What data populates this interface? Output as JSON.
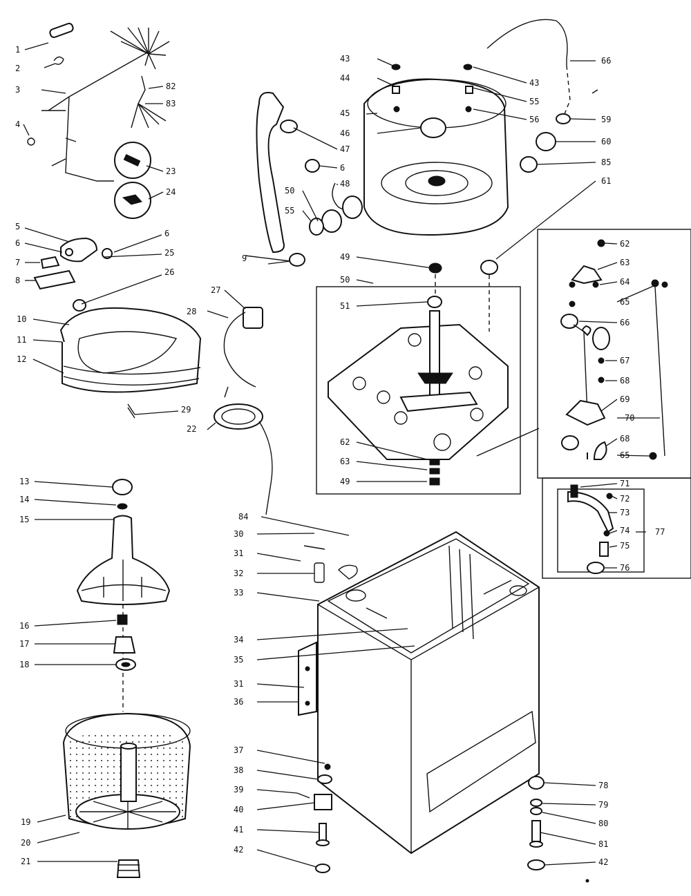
{
  "diagram": {
    "callouts": [
      "1",
      "2",
      "3",
      "4",
      "82",
      "83",
      "23",
      "24",
      "5",
      "6",
      "6",
      "7",
      "8",
      "25",
      "26",
      "10",
      "11",
      "12",
      "27",
      "28",
      "29",
      "22",
      "43",
      "44",
      "45",
      "46",
      "47",
      "6",
      "48",
      "50",
      "55",
      "9",
      "43",
      "55",
      "56",
      "59",
      "60",
      "85",
      "66",
      "61",
      "49",
      "50",
      "51",
      "62",
      "63",
      "49",
      "62",
      "63",
      "64",
      "65",
      "66",
      "67",
      "68",
      "69",
      "70",
      "68",
      "65",
      "71",
      "72",
      "73",
      "74",
      "75",
      "77",
      "76",
      "13",
      "14",
      "15",
      "16",
      "17",
      "18",
      "19",
      "20",
      "21",
      "84",
      "30",
      "31",
      "32",
      "33",
      "34",
      "35",
      "31",
      "36",
      "37",
      "38",
      "39",
      "40",
      "41",
      "42",
      "78",
      "79",
      "80",
      "81",
      "42"
    ]
  }
}
